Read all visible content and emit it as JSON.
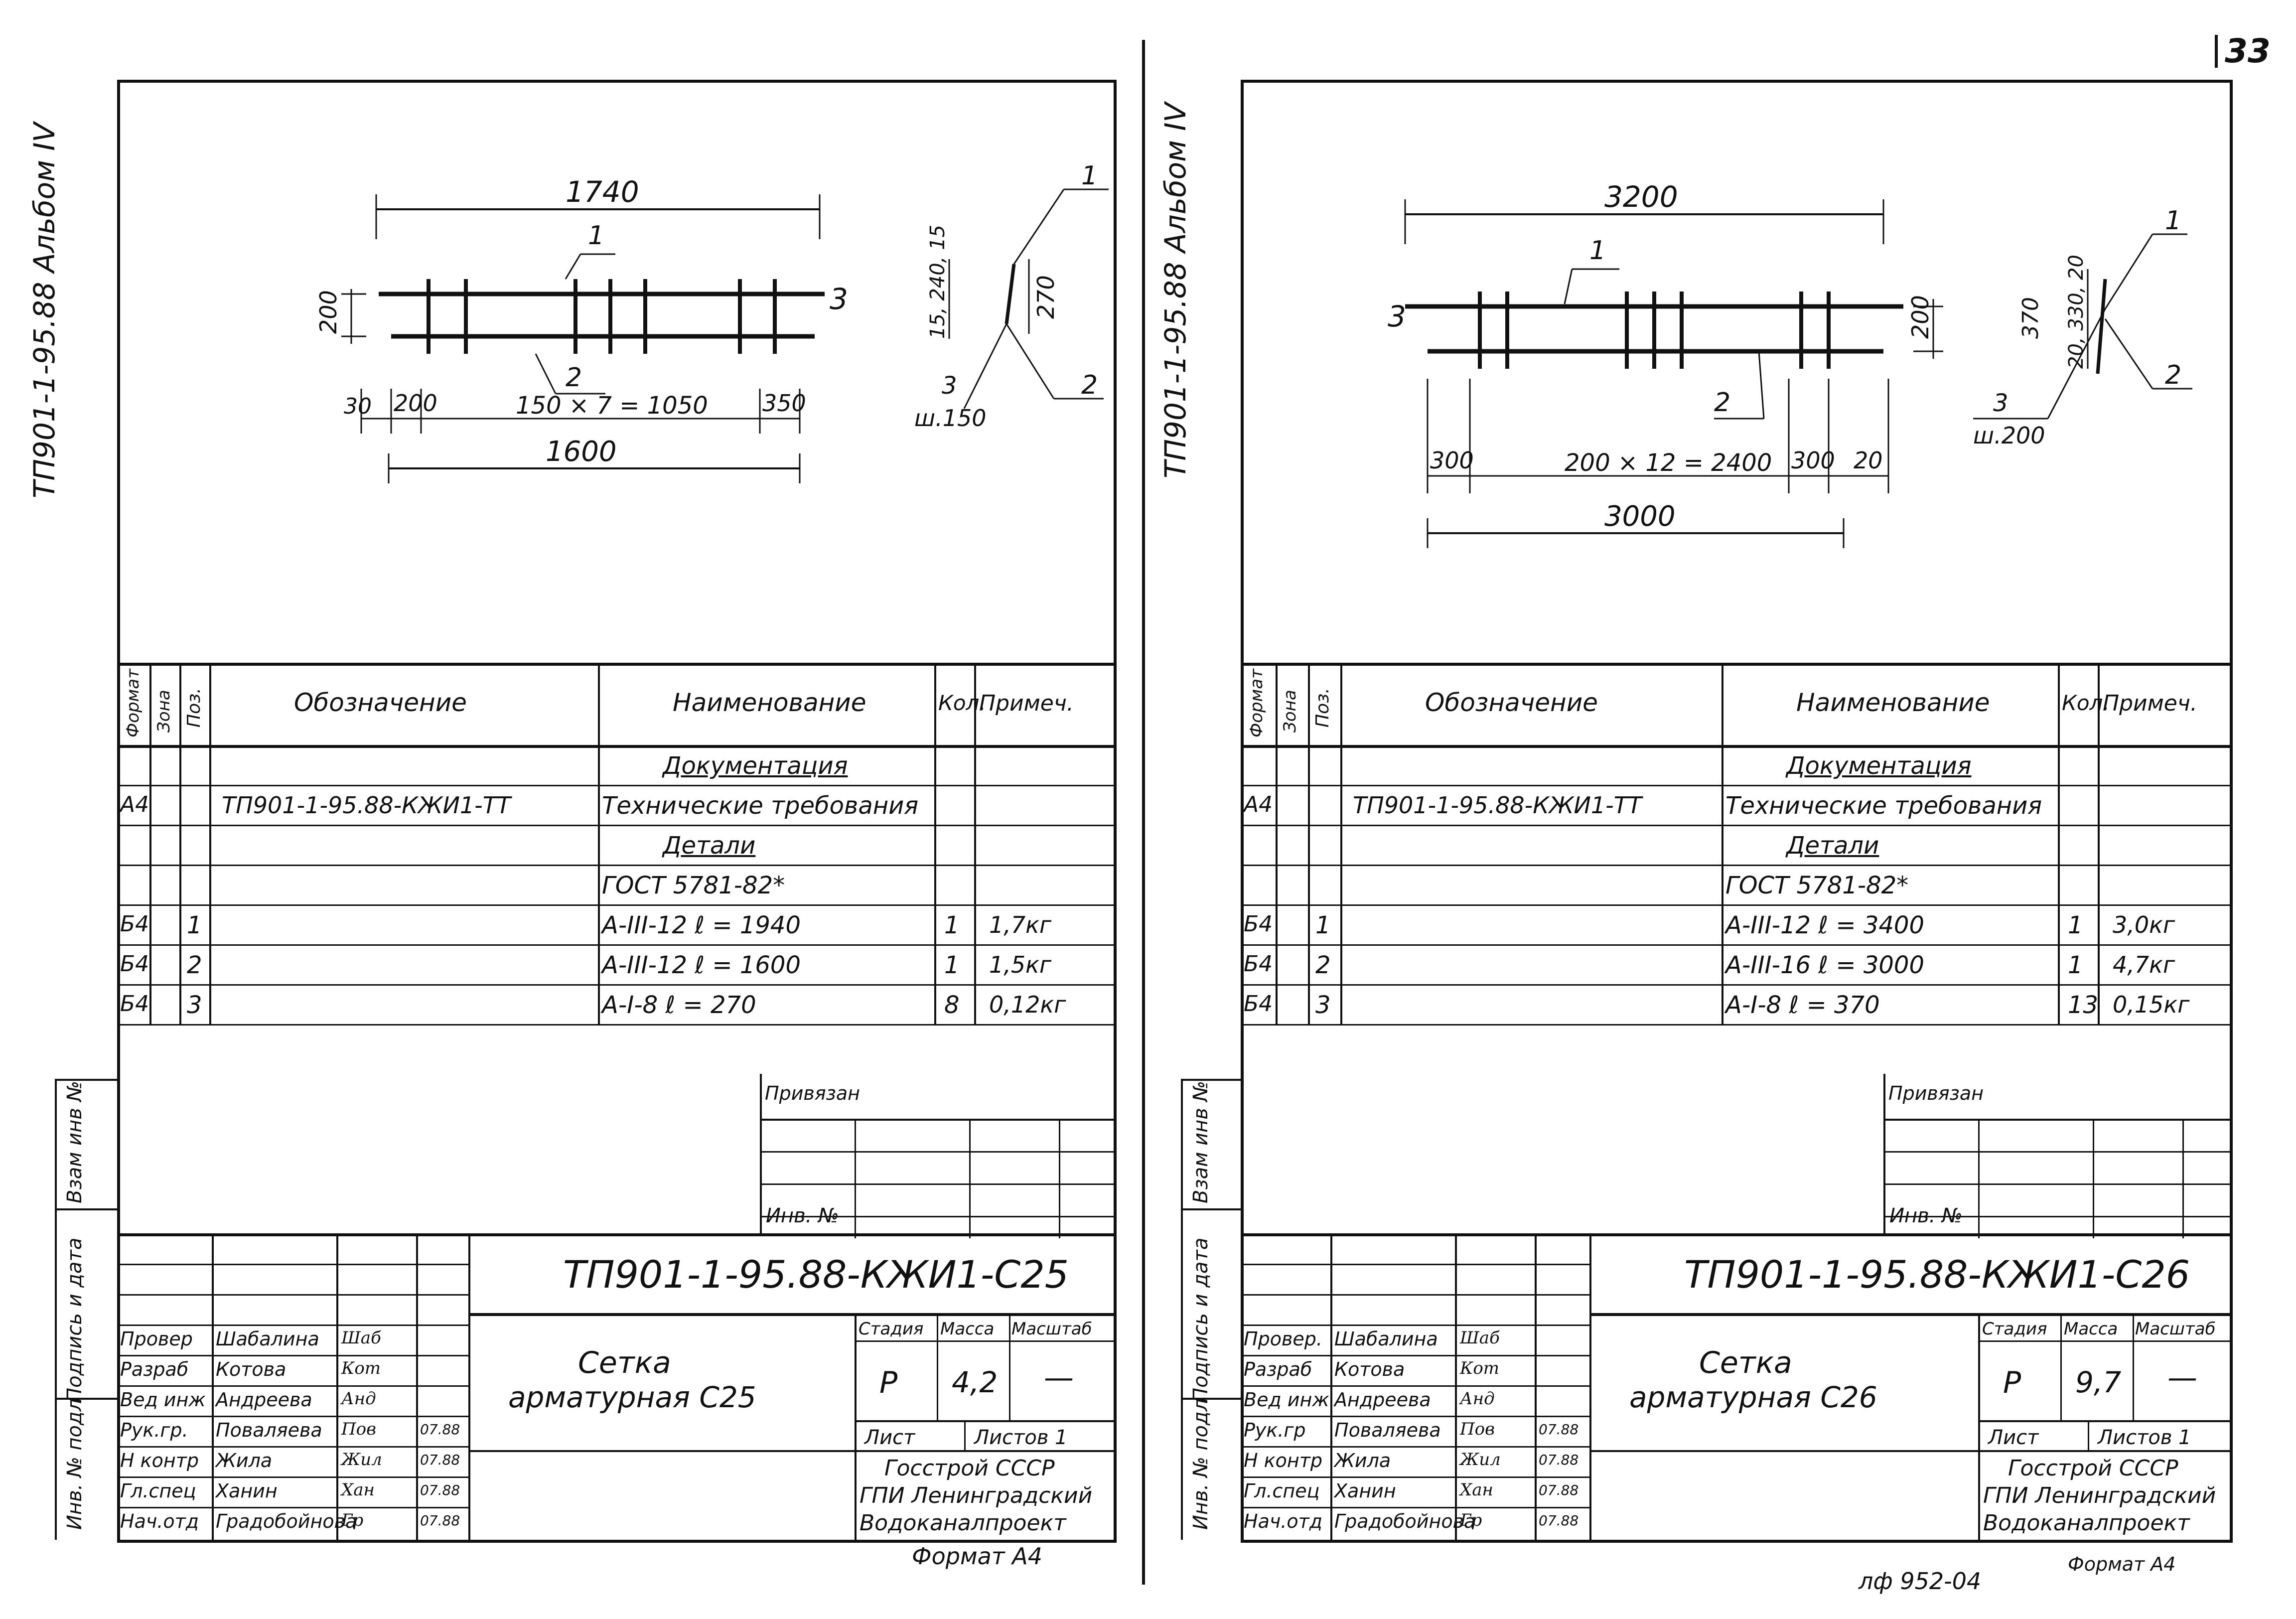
{
  "page_number": "33",
  "format_note_left": "Формат А4",
  "format_note_right": "Формат А4",
  "footer_mark_right": "лф 952-04",
  "sheets": [
    {
      "album": "ТП901-1-95.88 Альбом IV",
      "drawing": {
        "dim_top": "1740",
        "dim_200": "200",
        "dim_30": "30",
        "dim_200b": "200",
        "dim_spacing": "150 × 7 = 1050",
        "dim_350": "350",
        "dim_total": "1600",
        "pos1": "1",
        "pos2": "2",
        "pos3": "3",
        "sec_pos1": "1",
        "sec_pos2": "2",
        "sec_pos3": "3",
        "sec_dims": "15, 240, 15",
        "sec_270": "270",
        "sec_step": "ш.150"
      },
      "spec": {
        "headers": {
          "format": "Формат",
          "zone": "Зона",
          "pos": "Поз.",
          "designation": "Обозначение",
          "name": "Наименование",
          "qty": "Кол.",
          "note": "Примеч."
        },
        "rows": [
          {
            "format": "",
            "pos": "",
            "designation": "",
            "name": "Документация",
            "qty": "",
            "note": "",
            "underline": true
          },
          {
            "format": "А4",
            "pos": "",
            "designation": "ТП901-1-95.88-КЖИ1-ТТ",
            "name": "Технические требования",
            "qty": "",
            "note": ""
          },
          {
            "format": "",
            "pos": "",
            "designation": "",
            "name": "Детали",
            "qty": "",
            "note": "",
            "underline": true
          },
          {
            "format": "",
            "pos": "",
            "designation": "",
            "name": "ГОСТ 5781-82*",
            "qty": "",
            "note": ""
          },
          {
            "format": "Б4",
            "pos": "1",
            "designation": "",
            "name": "A-III-12     ℓ = 1940",
            "qty": "1",
            "note": "1,7кг"
          },
          {
            "format": "Б4",
            "pos": "2",
            "designation": "",
            "name": "A-III-12     ℓ = 1600",
            "qty": "1",
            "note": "1,5кг"
          },
          {
            "format": "Б4",
            "pos": "3",
            "designation": "",
            "name": "A-I-8        ℓ = 270",
            "qty": "8",
            "note": "0,12кг"
          }
        ]
      },
      "privyazan": "Привязан",
      "inv_no": "Инв. №",
      "side_labels": [
        "Взам инв №",
        "Подпись и дата",
        "Инв. № подл"
      ],
      "title_block": {
        "code": "ТП901-1-95.88-КЖИ1-С25",
        "item_name_1": "Сетка",
        "item_name_2": "арматурная С25",
        "stage_label": "Стадия",
        "mass_label": "Масса",
        "scale_label": "Масштаб",
        "stage": "Р",
        "mass": "4,2",
        "scale": "—",
        "sheet_label": "Лист",
        "sheets_label": "Листов 1",
        "org_1": "Госстрой СССР",
        "org_2": "ГПИ Ленинградский",
        "org_3": "Водоканалпроект",
        "people": [
          {
            "role": "Провер",
            "name": "Шабалина",
            "sign": "Шаб",
            "date": ""
          },
          {
            "role": "Разраб",
            "name": "Котова",
            "sign": "Кот",
            "date": ""
          },
          {
            "role": "Вед инж",
            "name": "Андреева",
            "sign": "Анд",
            "date": ""
          },
          {
            "role": "Рук.гр.",
            "name": "Поваляева",
            "sign": "Пов",
            "date": "07.88"
          },
          {
            "role": "Н контр",
            "name": "Жила",
            "sign": "Жил",
            "date": "07.88"
          },
          {
            "role": "Гл.спец",
            "name": "Ханин",
            "sign": "Хан",
            "date": "07.88"
          },
          {
            "role": "Нач.отд",
            "name": "Градобойнова",
            "sign": "Гр",
            "date": "07.88"
          }
        ]
      }
    },
    {
      "album": "ТП901-1-95.88 Альбом IV",
      "drawing": {
        "dim_top": "3200",
        "dim_200": "200",
        "dim_300a": "300",
        "dim_spacing": "200 × 12 = 2400",
        "dim_300b": "300",
        "dim_20": "20",
        "dim_total": "3000",
        "pos1": "1",
        "pos2": "2",
        "pos3": "3",
        "sec_pos1": "1",
        "sec_pos2": "2",
        "sec_pos3": "3",
        "sec_dims": "20, 330, 20",
        "sec_370": "370",
        "sec_step": "ш.200"
      },
      "spec": {
        "headers": {
          "format": "Формат",
          "zone": "Зона",
          "pos": "Поз.",
          "designation": "Обозначение",
          "name": "Наименование",
          "qty": "Кол.",
          "note": "Примеч."
        },
        "rows": [
          {
            "format": "",
            "pos": "",
            "designation": "",
            "name": "Документация",
            "qty": "",
            "note": "",
            "underline": true
          },
          {
            "format": "А4",
            "pos": "",
            "designation": "ТП901-1-95.88-КЖИ1-ТТ",
            "name": "Технические требования",
            "qty": "",
            "note": ""
          },
          {
            "format": "",
            "pos": "",
            "designation": "",
            "name": "Детали",
            "qty": "",
            "note": "",
            "underline": true
          },
          {
            "format": "",
            "pos": "",
            "designation": "",
            "name": "ГОСТ 5781-82*",
            "qty": "",
            "note": ""
          },
          {
            "format": "Б4",
            "pos": "1",
            "designation": "",
            "name": "A-III-12     ℓ = 3400",
            "qty": "1",
            "note": "3,0кг"
          },
          {
            "format": "Б4",
            "pos": "2",
            "designation": "",
            "name": "A-III-16     ℓ = 3000",
            "qty": "1",
            "note": "4,7кг"
          },
          {
            "format": "Б4",
            "pos": "3",
            "designation": "",
            "name": "A-I-8        ℓ = 370",
            "qty": "13",
            "note": "0,15кг"
          }
        ]
      },
      "privyazan": "Привязан",
      "inv_no": "Инв. №",
      "side_labels": [
        "Взам инв №",
        "Подпись и дата",
        "Инв. № подл"
      ],
      "title_block": {
        "code": "ТП901-1-95.88-КЖИ1-С26",
        "item_name_1": "Сетка",
        "item_name_2": "арматурная С26",
        "stage_label": "Стадия",
        "mass_label": "Масса",
        "scale_label": "Масштаб",
        "stage": "Р",
        "mass": "9,7",
        "scale": "—",
        "sheet_label": "Лист",
        "sheets_label": "Листов 1",
        "org_1": "Госстрой СССР",
        "org_2": "ГПИ Ленинградский",
        "org_3": "Водоканалпроект",
        "people": [
          {
            "role": "Провер.",
            "name": "Шабалина",
            "sign": "Шаб",
            "date": ""
          },
          {
            "role": "Разраб",
            "name": "Котова",
            "sign": "Кот",
            "date": ""
          },
          {
            "role": "Вед инж",
            "name": "Андреева",
            "sign": "Анд",
            "date": ""
          },
          {
            "role": "Рук.гр",
            "name": "Поваляева",
            "sign": "Пов",
            "date": "07.88"
          },
          {
            "role": "Н контр",
            "name": "Жила",
            "sign": "Жил",
            "date": "07.88"
          },
          {
            "role": "Гл.спец",
            "name": "Ханин",
            "sign": "Хан",
            "date": "07.88"
          },
          {
            "role": "Нач.отд",
            "name": "Градобойнова",
            "sign": "Гр",
            "date": "07.88"
          }
        ]
      }
    }
  ]
}
